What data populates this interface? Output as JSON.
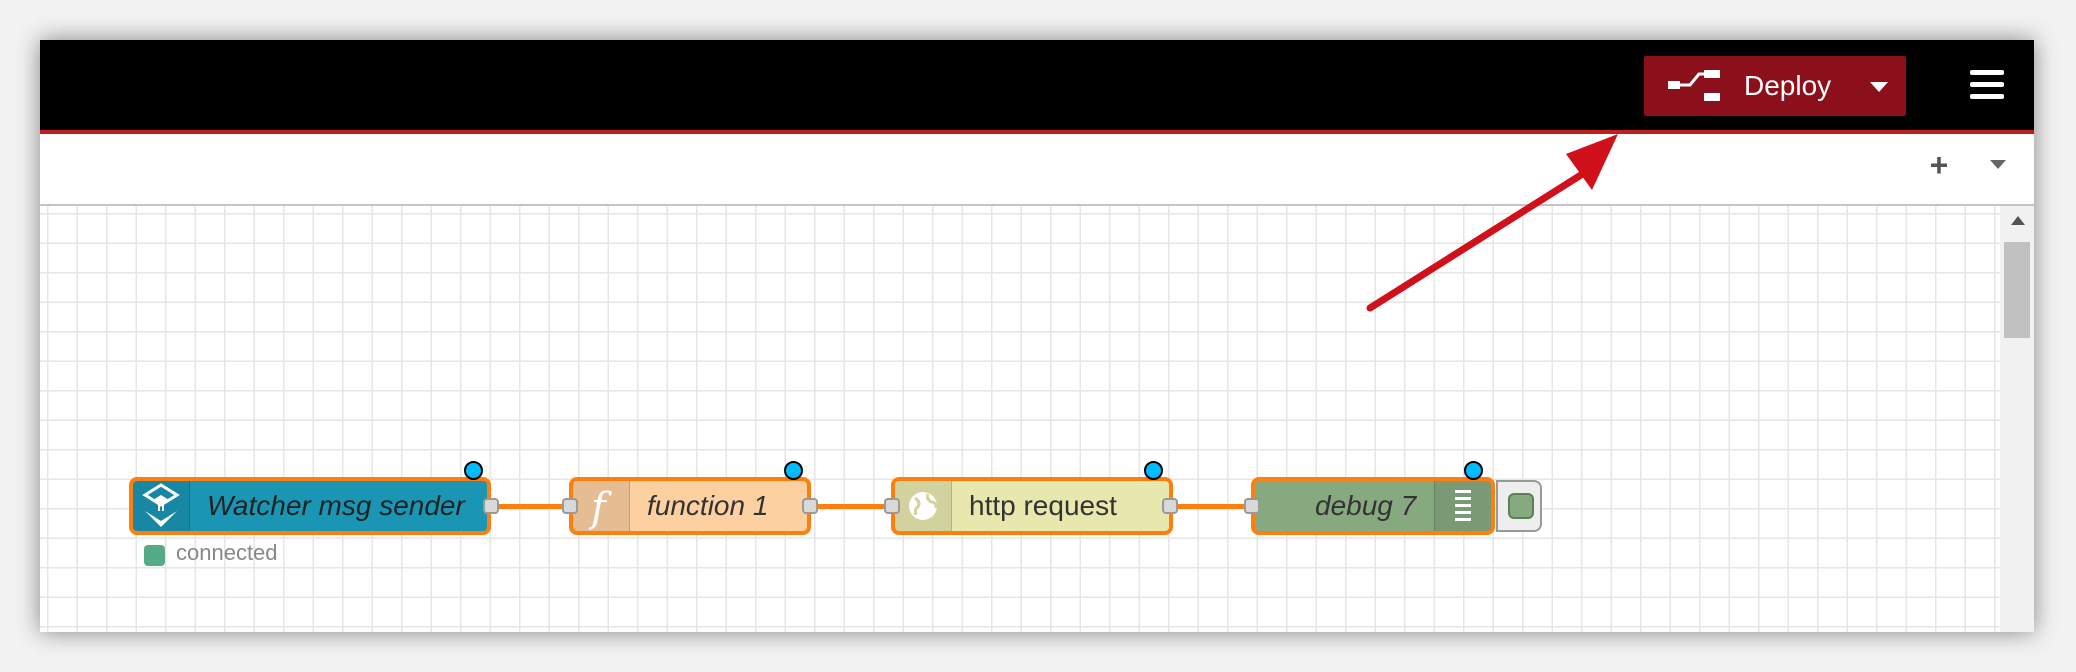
{
  "header": {
    "deploy_label": "Deploy",
    "deploy_icon": "deploy-icon",
    "menu_icon": "hamburger-menu-icon",
    "brand_color": "#8c101c",
    "accent_line_color": "#c21d1d"
  },
  "tabbar": {
    "add_icon": "plus-icon",
    "menu_icon": "chevron-down-icon"
  },
  "flow": {
    "nodes": [
      {
        "label": "Watcher msg sender",
        "color": "#1a95b4",
        "icon": "watcher-icon",
        "status": "connected"
      },
      {
        "label": "function 1",
        "color": "#fdd0a2",
        "icon": "function-icon"
      },
      {
        "label": "http request",
        "color": "#e7e7ae",
        "icon": "globe-icon"
      },
      {
        "label": "debug 7",
        "color": "#87a980",
        "icon": "debug-list-icon"
      }
    ],
    "wire_color": "#ff7f0e",
    "changed_indicator_color": "#00bcff"
  },
  "annotation": {
    "arrow_color": "#d0101a"
  }
}
